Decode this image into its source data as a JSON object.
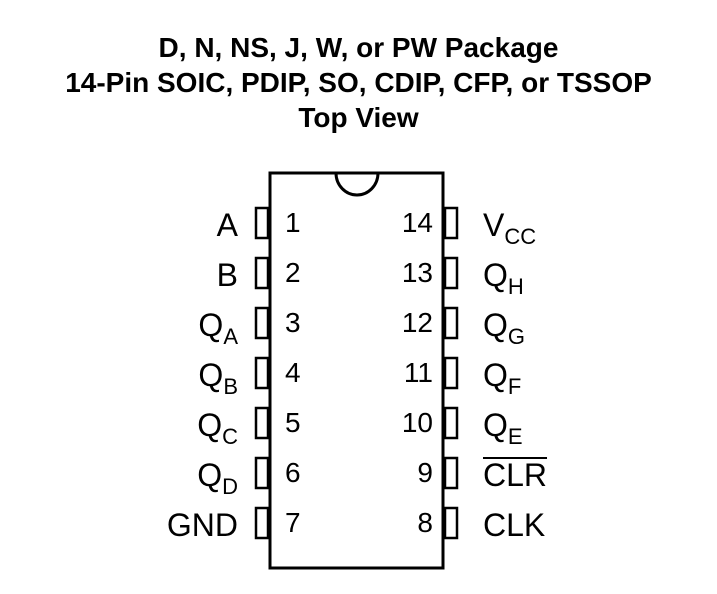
{
  "title": {
    "line1": "D, N, NS, J, W, or PW Package",
    "line2": "14-Pin SOIC, PDIP, SO, CDIP, CFP, or TSSOP",
    "line3": "Top View"
  },
  "pins_left": [
    {
      "number": "1",
      "name": "A",
      "sub": ""
    },
    {
      "number": "2",
      "name": "B",
      "sub": ""
    },
    {
      "number": "3",
      "name": "Q",
      "sub": "A"
    },
    {
      "number": "4",
      "name": "Q",
      "sub": "B"
    },
    {
      "number": "5",
      "name": "Q",
      "sub": "C"
    },
    {
      "number": "6",
      "name": "Q",
      "sub": "D"
    },
    {
      "number": "7",
      "name": "GND",
      "sub": ""
    }
  ],
  "pins_right": [
    {
      "number": "14",
      "name": "V",
      "sub": "CC",
      "overline": false
    },
    {
      "number": "13",
      "name": "Q",
      "sub": "H",
      "overline": false
    },
    {
      "number": "12",
      "name": "Q",
      "sub": "G",
      "overline": false
    },
    {
      "number": "11",
      "name": "Q",
      "sub": "F",
      "overline": false
    },
    {
      "number": "10",
      "name": "Q",
      "sub": "E",
      "overline": false
    },
    {
      "number": "9",
      "name": "CLR",
      "sub": "",
      "overline": true
    },
    {
      "number": "8",
      "name": "CLK",
      "sub": "",
      "overline": false
    }
  ]
}
